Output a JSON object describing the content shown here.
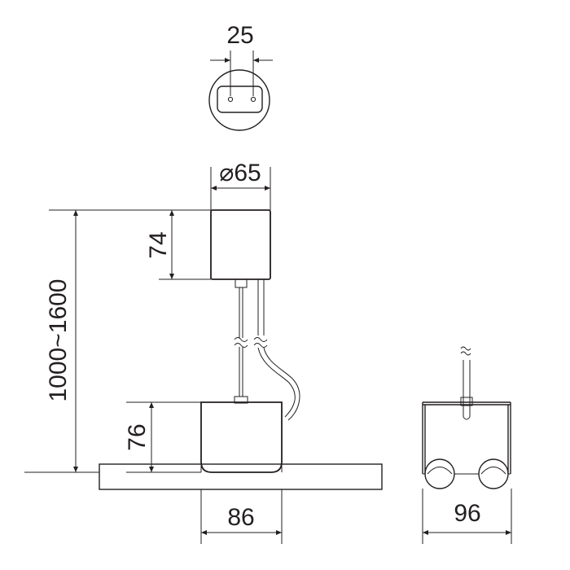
{
  "dimensions": {
    "connector_pin_spacing": "25",
    "canopy_diameter": "⌀65",
    "canopy_height": "74",
    "overall_length": "1000~1600",
    "body_height": "76",
    "body_width": "86",
    "side_width": "96"
  },
  "colors": {
    "line": "#231f20",
    "background": "#ffffff"
  }
}
